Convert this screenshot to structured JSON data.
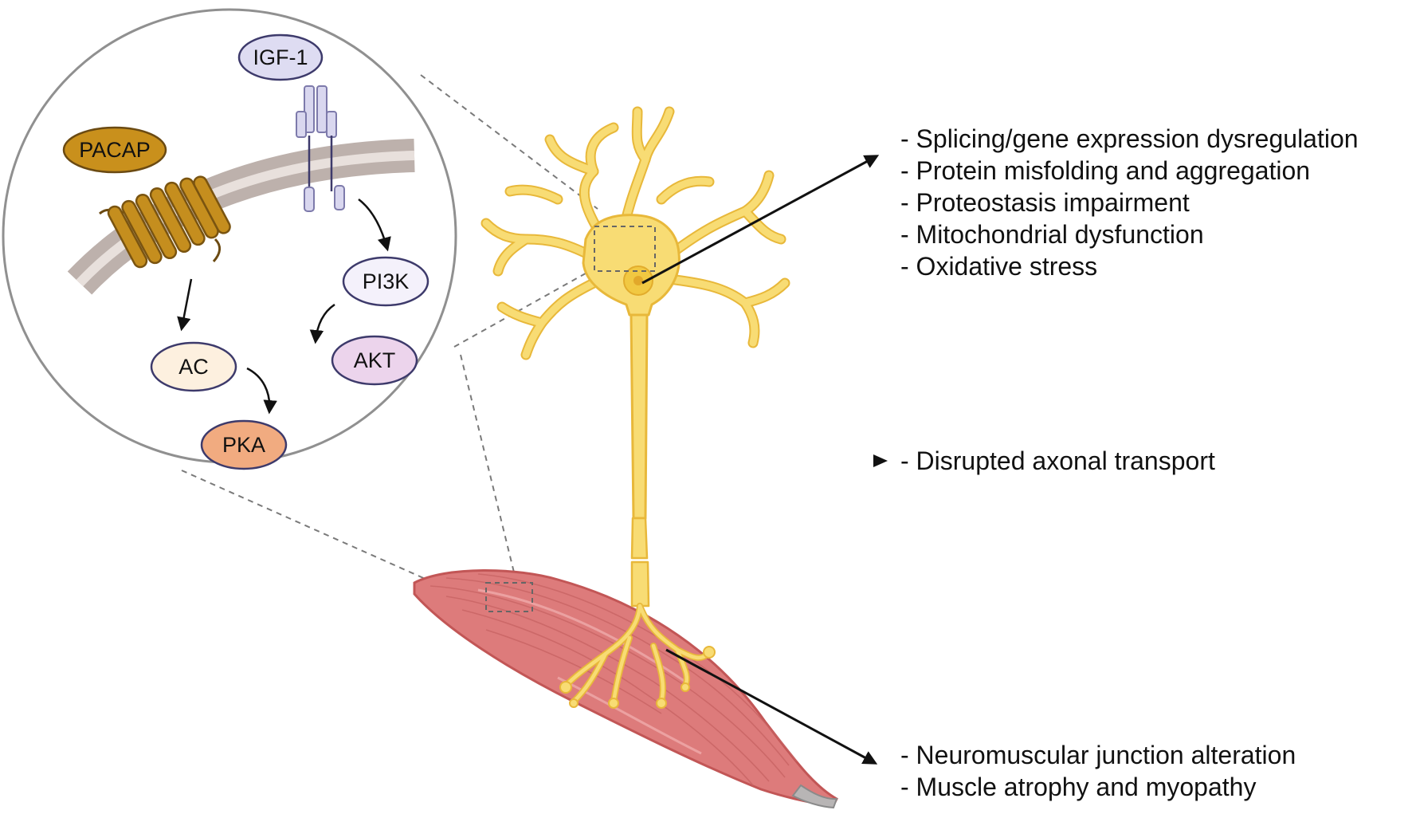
{
  "molecules": {
    "igf1": "IGF-1",
    "pacap": "PACAP",
    "pi3k": "PI3K",
    "akt": "AKT",
    "ac": "AC",
    "pka": "PKA"
  },
  "neuron_effects": [
    "- Splicing/gene expression dysregulation",
    "- Protein misfolding and aggregation",
    "- Proteostasis impairment",
    "- Mitochondrial dysfunction",
    "- Oxidative stress"
  ],
  "axon_effects": [
    "- Disrupted axonal transport"
  ],
  "muscle_effects": [
    "- Neuromuscular junction alteration",
    "- Muscle atrophy and myopathy"
  ],
  "colors": {
    "neuron": "#f8dc74",
    "neuron_outline": "#e8b83a",
    "muscle": "#dd7b7b",
    "muscle_outline": "#c25656",
    "membrane": "#bdb1ac",
    "receptor_gold": "#c58e1e",
    "pacap_fill": "#c9901c",
    "pi3k_fill": "#f4f1fb",
    "akt_fill": "#ecd4ec",
    "ac_fill": "#fdf0df",
    "pka_fill": "#f1ab80",
    "igf1_fill": "#dedcf2"
  }
}
